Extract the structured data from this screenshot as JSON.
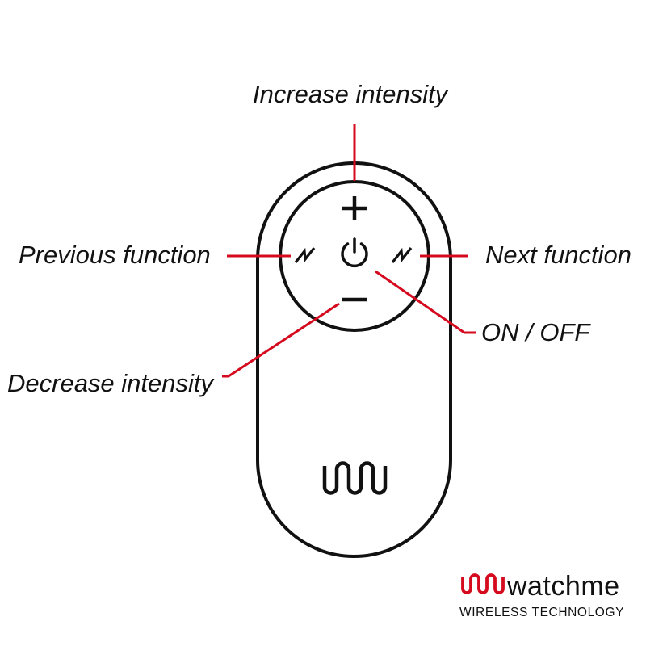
{
  "labels": {
    "increase": "Increase intensity",
    "previous": "Previous function",
    "next": "Next function",
    "onoff": "ON / OFF",
    "decrease": "Decrease intensity"
  },
  "brand": {
    "name": "watchme",
    "tagline": "WIRELESS TECHNOLOGY"
  },
  "colors": {
    "accent": "#d50a1e",
    "outline": "#111111",
    "background": "#ffffff"
  },
  "icons": {
    "plus": "plus-icon",
    "minus": "minus-icon",
    "power": "power-icon",
    "previous": "lightning-previous-icon",
    "next": "lightning-next-icon",
    "logo": "watchme-logo-icon"
  }
}
